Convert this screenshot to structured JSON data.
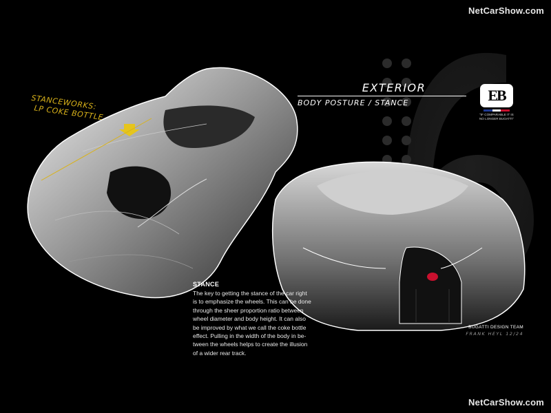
{
  "watermark": {
    "top": "NetCarShow.com",
    "bottom": "NetCarShow.com"
  },
  "annotation": {
    "line1": "STANCEWORKS:",
    "line2": "LP COKE BOTTLE",
    "color": "#d9b21a"
  },
  "exterior": {
    "title": "EXTERIOR",
    "subtitle": "BODY POSTURE / STANCE"
  },
  "section_number": "6",
  "brand": {
    "logo_letters": "EB",
    "tagline_line1": "\"IF COMPARABLE IT IS",
    "tagline_line2": "NO LONGER BUGATTI\"",
    "flag_colors": [
      "#1f3a93",
      "#ffffff",
      "#c8102e"
    ]
  },
  "stance": {
    "heading": "STANCE",
    "lines": [
      "The key to getting the stance of the car right",
      "is to emphasize the wheels. This can be done",
      "through the sheer proportion ratio between",
      "wheel diameter and body height. It can also",
      "be improved by what we call the coke bottle",
      "effect. Pulling in the width of the body in be-",
      "tween the wheels helps to create the illusion",
      "of a wider rear track."
    ]
  },
  "credit": {
    "team": "BUGATTI DESIGN TEAM",
    "signature": "FRANK HEYL 12/24"
  }
}
